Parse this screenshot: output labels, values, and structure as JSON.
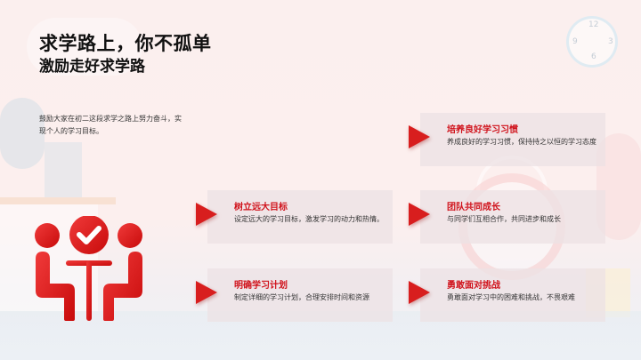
{
  "title": {
    "line1": "求学路上，你不孤单",
    "line2": "激励走好求学路"
  },
  "intro": "鼓励大家在初二这段求学之路上努力奋斗，实现个人的学习目标。",
  "hero_icon": "teamwork-meeting-check-icon",
  "colors": {
    "accent": "#d81e1e",
    "card_title": "#d0121b",
    "card_bg": "#ece2e4",
    "text": "#333333",
    "title": "#111111"
  },
  "cards": [
    {
      "title": "培养良好学习习惯",
      "desc": "养成良好的学习习惯，保持持之以恒的学习态度",
      "icon": "play-arrow-icon"
    },
    {
      "title": "树立远大目标",
      "desc": "设定远大的学习目标，激发学习的动力和热情。",
      "icon": "play-arrow-icon"
    },
    {
      "title": "团队共同成长",
      "desc": "与同学们互相合作，共同进步和成长",
      "icon": "play-arrow-icon"
    },
    {
      "title": "明确学习计划",
      "desc": "制定详细的学习计划，合理安排时间和资源",
      "icon": "play-arrow-icon"
    },
    {
      "title": "勇敢面对挑战",
      "desc": "勇敢面对学习中的困难和挑战，不畏艰难",
      "icon": "play-arrow-icon"
    }
  ],
  "background_clock": {
    "n12": "12",
    "n3": "3",
    "n6": "6",
    "n9": "9"
  }
}
